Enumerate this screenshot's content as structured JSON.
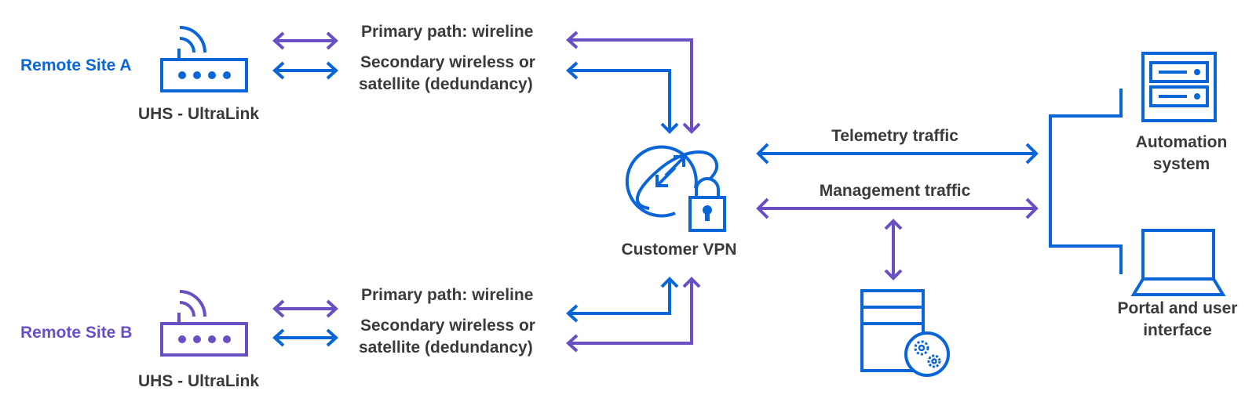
{
  "colors": {
    "blue": "#0a66d6",
    "purple": "#6a4fc4",
    "text": "#3a3a3a"
  },
  "site_a": {
    "label": "Remote Site A",
    "device_label": "UHS - UltraLink",
    "icon": "router-icon",
    "primary_path": "Primary path: wireline",
    "secondary_path_line1": "Secondary wireless or",
    "secondary_path_line2": "satellite (dedundancy)"
  },
  "site_b": {
    "label": "Remote Site B",
    "device_label": "UHS - UltraLink",
    "icon": "router-icon",
    "primary_path": "Primary path: wireline",
    "secondary_path_line1": "Secondary wireless or",
    "secondary_path_line2": "satellite (dedundancy)"
  },
  "vpn": {
    "label": "Customer VPN",
    "icon": "globe-lock-icon"
  },
  "traffic": {
    "telemetry": "Telemetry traffic",
    "management": "Management traffic"
  },
  "targets": {
    "automation_line1": "Automation",
    "automation_line2": "system",
    "portal_line1": "Portal and user",
    "portal_line2": "interface",
    "management_server_icon": "server-gear-icon"
  }
}
